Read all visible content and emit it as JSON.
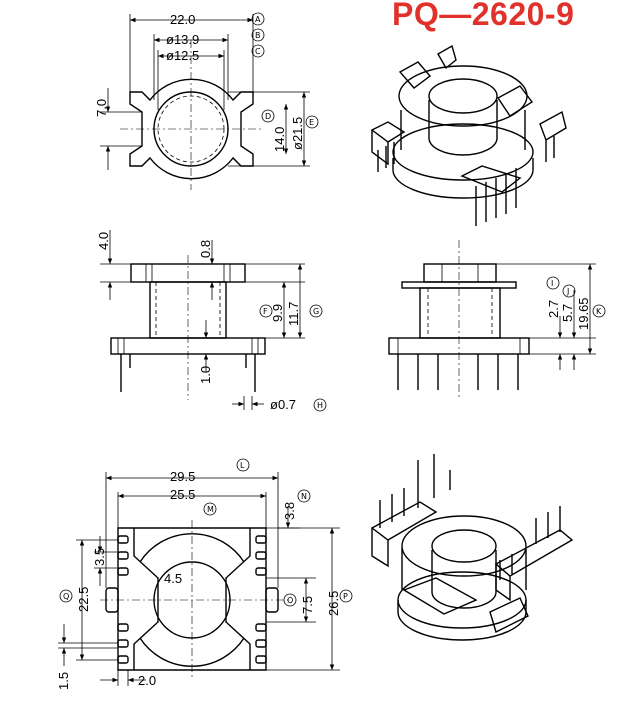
{
  "title": "PQ—2620-9",
  "colors": {
    "title": "#e0312b",
    "line": "#000000"
  },
  "top_view": {
    "d_A": "22.0",
    "d_B": "ø13.9",
    "d_C": "ø12.5",
    "d_left": "7.0",
    "d_D": "14.0",
    "d_E": "ø21.5",
    "tags": {
      "A": "A",
      "B": "B",
      "C": "C",
      "D": "D",
      "E": "E"
    }
  },
  "front_view": {
    "d_top": "4.0",
    "d_wall": "0.8",
    "d_F": "9.9",
    "d_G": "11.7",
    "d_base": "1.0",
    "d_H": "ø0.7",
    "tags": {
      "F": "F",
      "G": "G",
      "H": "H"
    }
  },
  "side_view": {
    "d_I": "2.7",
    "d_J": "5.7",
    "d_K": "19.65",
    "tags": {
      "I": "I",
      "J": "J",
      "K": "K"
    }
  },
  "bottom_view": {
    "d_L": "29.5",
    "d_M": "25.5",
    "d_N": "3.8",
    "d_pitch": "3.5",
    "d_inner": "4.5",
    "d_O": "7.5",
    "d_P": "26.5",
    "d_Q": "22.5",
    "d_pin": "1.5",
    "d_gap": "2.0",
    "tags": {
      "L": "L",
      "M": "M",
      "N": "N",
      "O": "O",
      "P": "P",
      "Q": "Q"
    }
  }
}
